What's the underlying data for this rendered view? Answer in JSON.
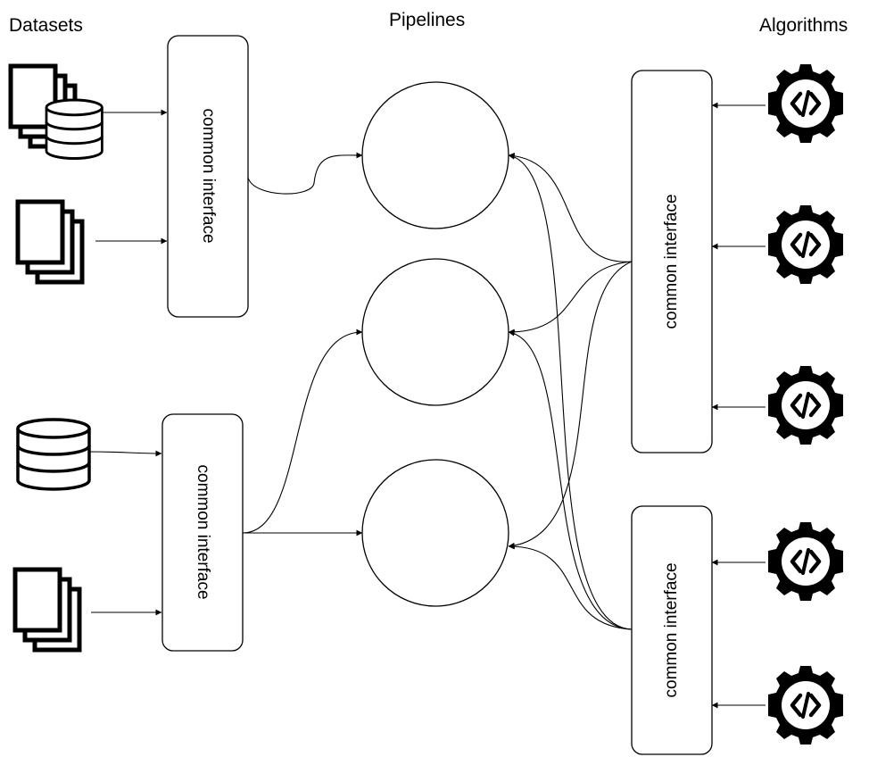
{
  "titles": {
    "datasets": "Datasets",
    "pipelines": "Pipelines",
    "algorithms": "Algorithms"
  },
  "interfaces": {
    "dataset_top": "common interface",
    "dataset_bottom": "common interface",
    "algorithm_top": "common interface",
    "algorithm_bottom": "common interface"
  },
  "icons": {
    "dataset_1": "documents-with-database-icon",
    "dataset_2": "documents-stack-icon",
    "dataset_3": "database-icon",
    "dataset_4": "documents-stack-icon",
    "algorithm": "gear-code-icon"
  },
  "pipelines_count": 3,
  "algorithms_count": 5
}
